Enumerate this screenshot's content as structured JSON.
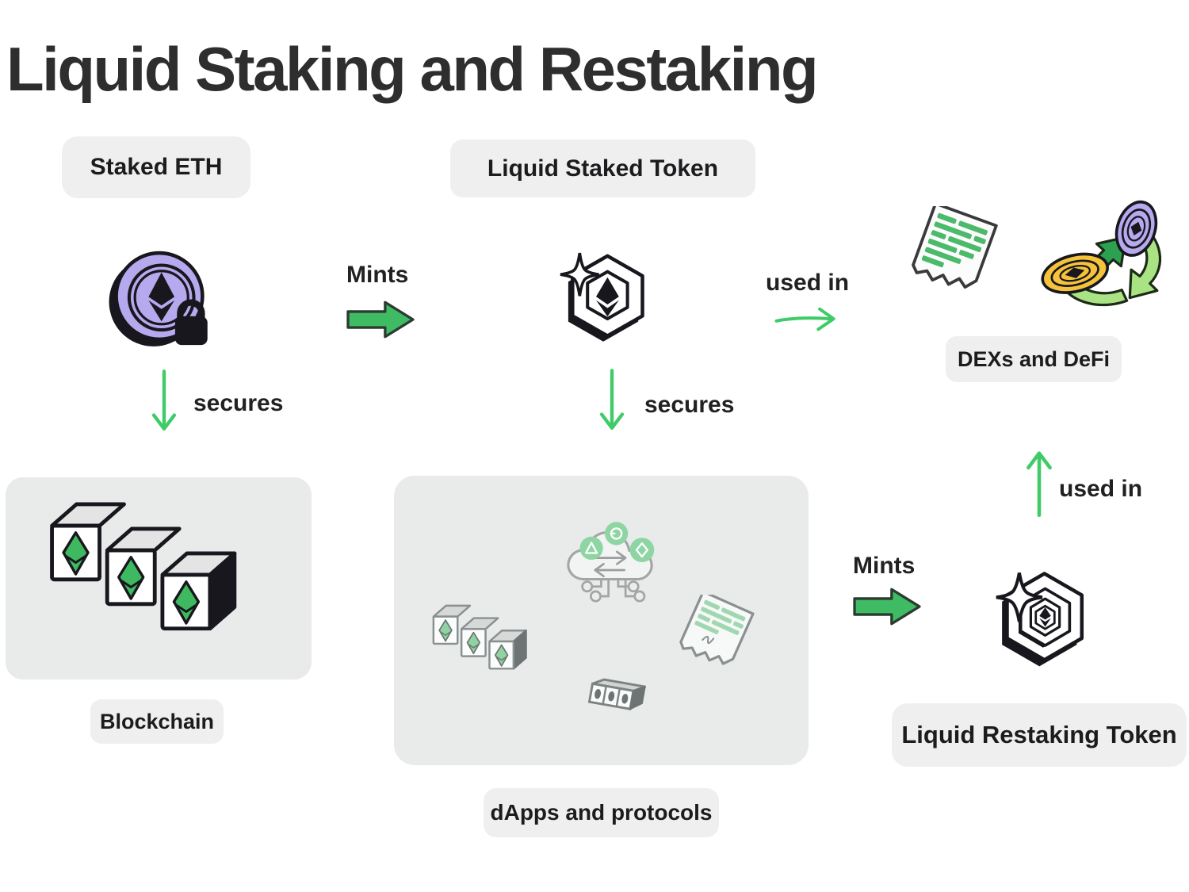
{
  "title": "Liquid Staking and Restaking",
  "nodes": {
    "staked_eth": {
      "label": "Staked ETH"
    },
    "liquid_staked_token": {
      "label": "Liquid Staked Token"
    },
    "dexs_defi": {
      "label": "DEXs and DeFi"
    },
    "blockchain": {
      "label": "Blockchain"
    },
    "dapps_protocols": {
      "label": "dApps and protocols"
    },
    "liquid_restaking_token": {
      "label": "Liquid Restaking Token"
    }
  },
  "edges": {
    "mints_1": {
      "label": "Mints"
    },
    "secures_1": {
      "label": "secures"
    },
    "secures_2": {
      "label": "secures"
    },
    "used_in_1": {
      "label": "used in"
    },
    "mints_2": {
      "label": "Mints"
    },
    "used_in_2": {
      "label": "used in"
    }
  },
  "colors": {
    "accent_green": "#3fbb63",
    "thin_arrow_green": "#3ecb68",
    "coin_purple": "#b7a9ee",
    "coin_yellow": "#f5c33b",
    "ribbon_light_green": "#a9e383",
    "ribbon_dark_green": "#2ca152",
    "doc_line_green": "#4cba6b",
    "panel_gray": "#e9eaea",
    "label_gray": "#efefef",
    "ink": "#17171d",
    "title_color": "#2e2e2e"
  }
}
